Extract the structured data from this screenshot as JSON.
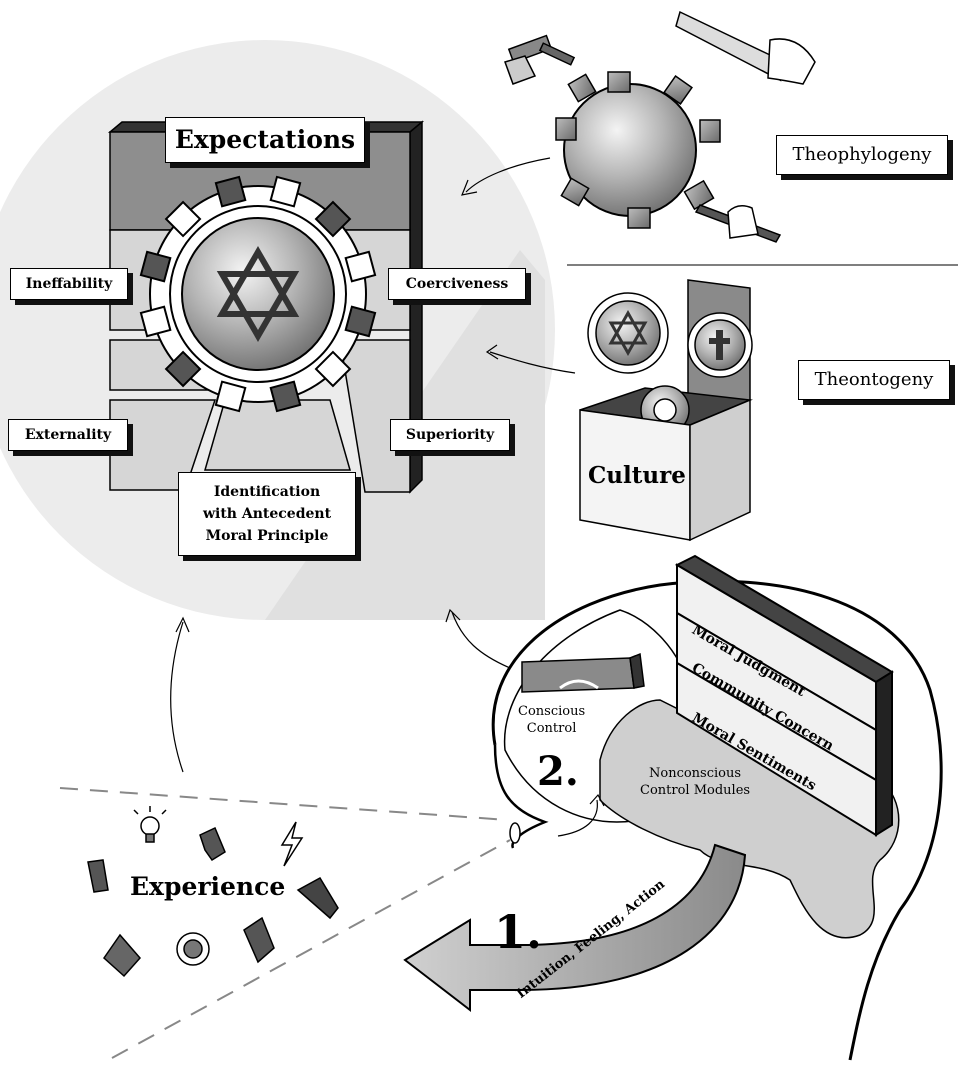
{
  "expectations": {
    "title": "Expectations",
    "attributes": {
      "ineffability": "Ineffability",
      "coerciveness": "Coerciveness",
      "externality": "Externality",
      "superiority": "Superiority",
      "identification": [
        "Identification",
        "with Antecedent",
        "Moral Principle"
      ]
    }
  },
  "theophylogeny": "Theophylogeny",
  "theontogeny": "Theontogeny",
  "culture": "Culture",
  "brain": {
    "conscious_control": [
      "Conscious",
      "Control"
    ],
    "step2": "2.",
    "nonconscious": [
      "Nonconscious",
      "Control Modules"
    ],
    "modules": [
      "Moral Judgment",
      "Community Concern",
      "Moral Sentiments"
    ]
  },
  "experience": "Experience",
  "step1": "1.",
  "arrow_label": "Intuition, Feeling, Action"
}
